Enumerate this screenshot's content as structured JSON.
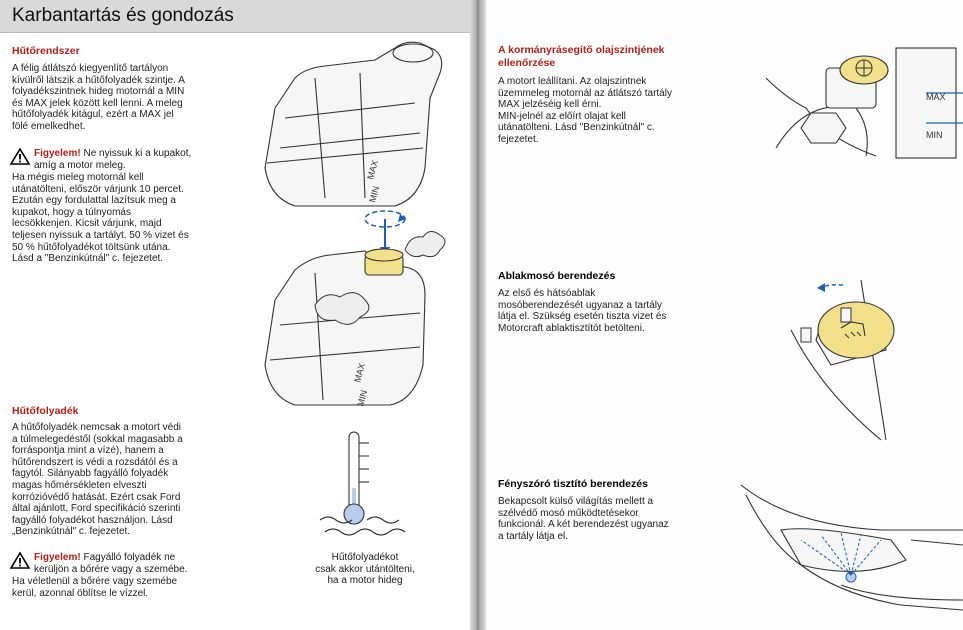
{
  "header": {
    "title": "Karbantartás és gondozás"
  },
  "left": {
    "cooling_system": {
      "heading": "Hűtőrendszer",
      "body": "A félig átlátszó kiegyenlítő tartályon\nkívülről látszik a hűtőfolyadék szintje. A\nfolyadékszintnek hideg motornál a MIN\nés MAX jelek között kell lenni. A meleg\nhűtőfolyadék kitágul, ezért a MAX jel\nfölé emelkedhet."
    },
    "warning1": {
      "label": "Figyelem!",
      "first_lines": " Ne nyissuk ki a kupakot,\namíg a motor meleg.",
      "body": "Ha mégis meleg motornál kell\nutánatölteni, először várjunk 10 percet.\nEzután egy fordulattal lazítsuk meg a\nkupakot, hogy a túlnyomás\nlecsökkenjen. Kicsit várjunk, majd\nteljesen nyissuk a tartályt. 50 % vizet és\n50 % hűtőfolyadékot töltsünk utána.\nLásd a \"Benzinkútnál\" c. fejezetet."
    },
    "coolant": {
      "heading": "Hűtőfolyadék",
      "body": "A hűtőfolyadék nemcsak a motort védi\na túlmelegedéstől (sokkal magasabb a\nforráspontja mint a vízé), hanem a\nhűtőrendszert is védi a rozsdától és a\nfagytól. Silányabb fagyálló folyadék\nmagas hőmérsékleten elveszti\nkorrózióvédő hatását. Ezért csak Ford\náltal ajánlott, Ford specifikáció szerinti\nfagyálló folyadékot használjon. Lásd\n„Benzinkútnál\" c. fejezetet."
    },
    "warning2": {
      "label": "Figyelem!",
      "first_lines": " Fagyálló folyadék ne\nkerüljön a bőrére vagy a szemébe.",
      "body": "Ha véletlenül a bőrére vagy szemébe\nkerül, azonnal öblítse le vízzel."
    },
    "tank_marks": {
      "max": "MAX",
      "min": "MIN"
    },
    "thermo_caption": "Hűtőfolyadékot\ncsak akkor utántölteni,\nha a motor hideg"
  },
  "right": {
    "power_steering": {
      "heading": "A kormányrásegítő olajszintjének\nellenőrzése",
      "body": "A motort leállítani. Az olajszintnek\nüzemmeleg motornál az átlátszó tartály\nMAX jelzéséig kell érni.\nMIN-jelnél az előírt olajat kell\nutánatölteni. Lásd \"Benzinkútnál\" c.\nfejezetet."
    },
    "washer": {
      "heading": "Ablakmosó berendezés",
      "body": "Az első és hátsóablak\nmosóberendezését ugyanaz a tartály\nlátja el. Szükség esetén tiszta vizet és\nMotorcraft ablaktisztítót betölteni."
    },
    "headlamp": {
      "heading": "Fényszóró tisztító berendezés",
      "body": "Bekapcsolt külső világítás mellett a\nszélvédő mosó működtetésekor\nfunkcionál. A két berendezést ugyanaz\na tartály látja el."
    },
    "reservoir_marks": {
      "max": "MAX",
      "min": "MIN"
    }
  },
  "colors": {
    "red": "#b0201a",
    "cap_yellow": "#f2e08a",
    "blue": "#1e5fb4",
    "header_bg": "#d9d9d9"
  }
}
